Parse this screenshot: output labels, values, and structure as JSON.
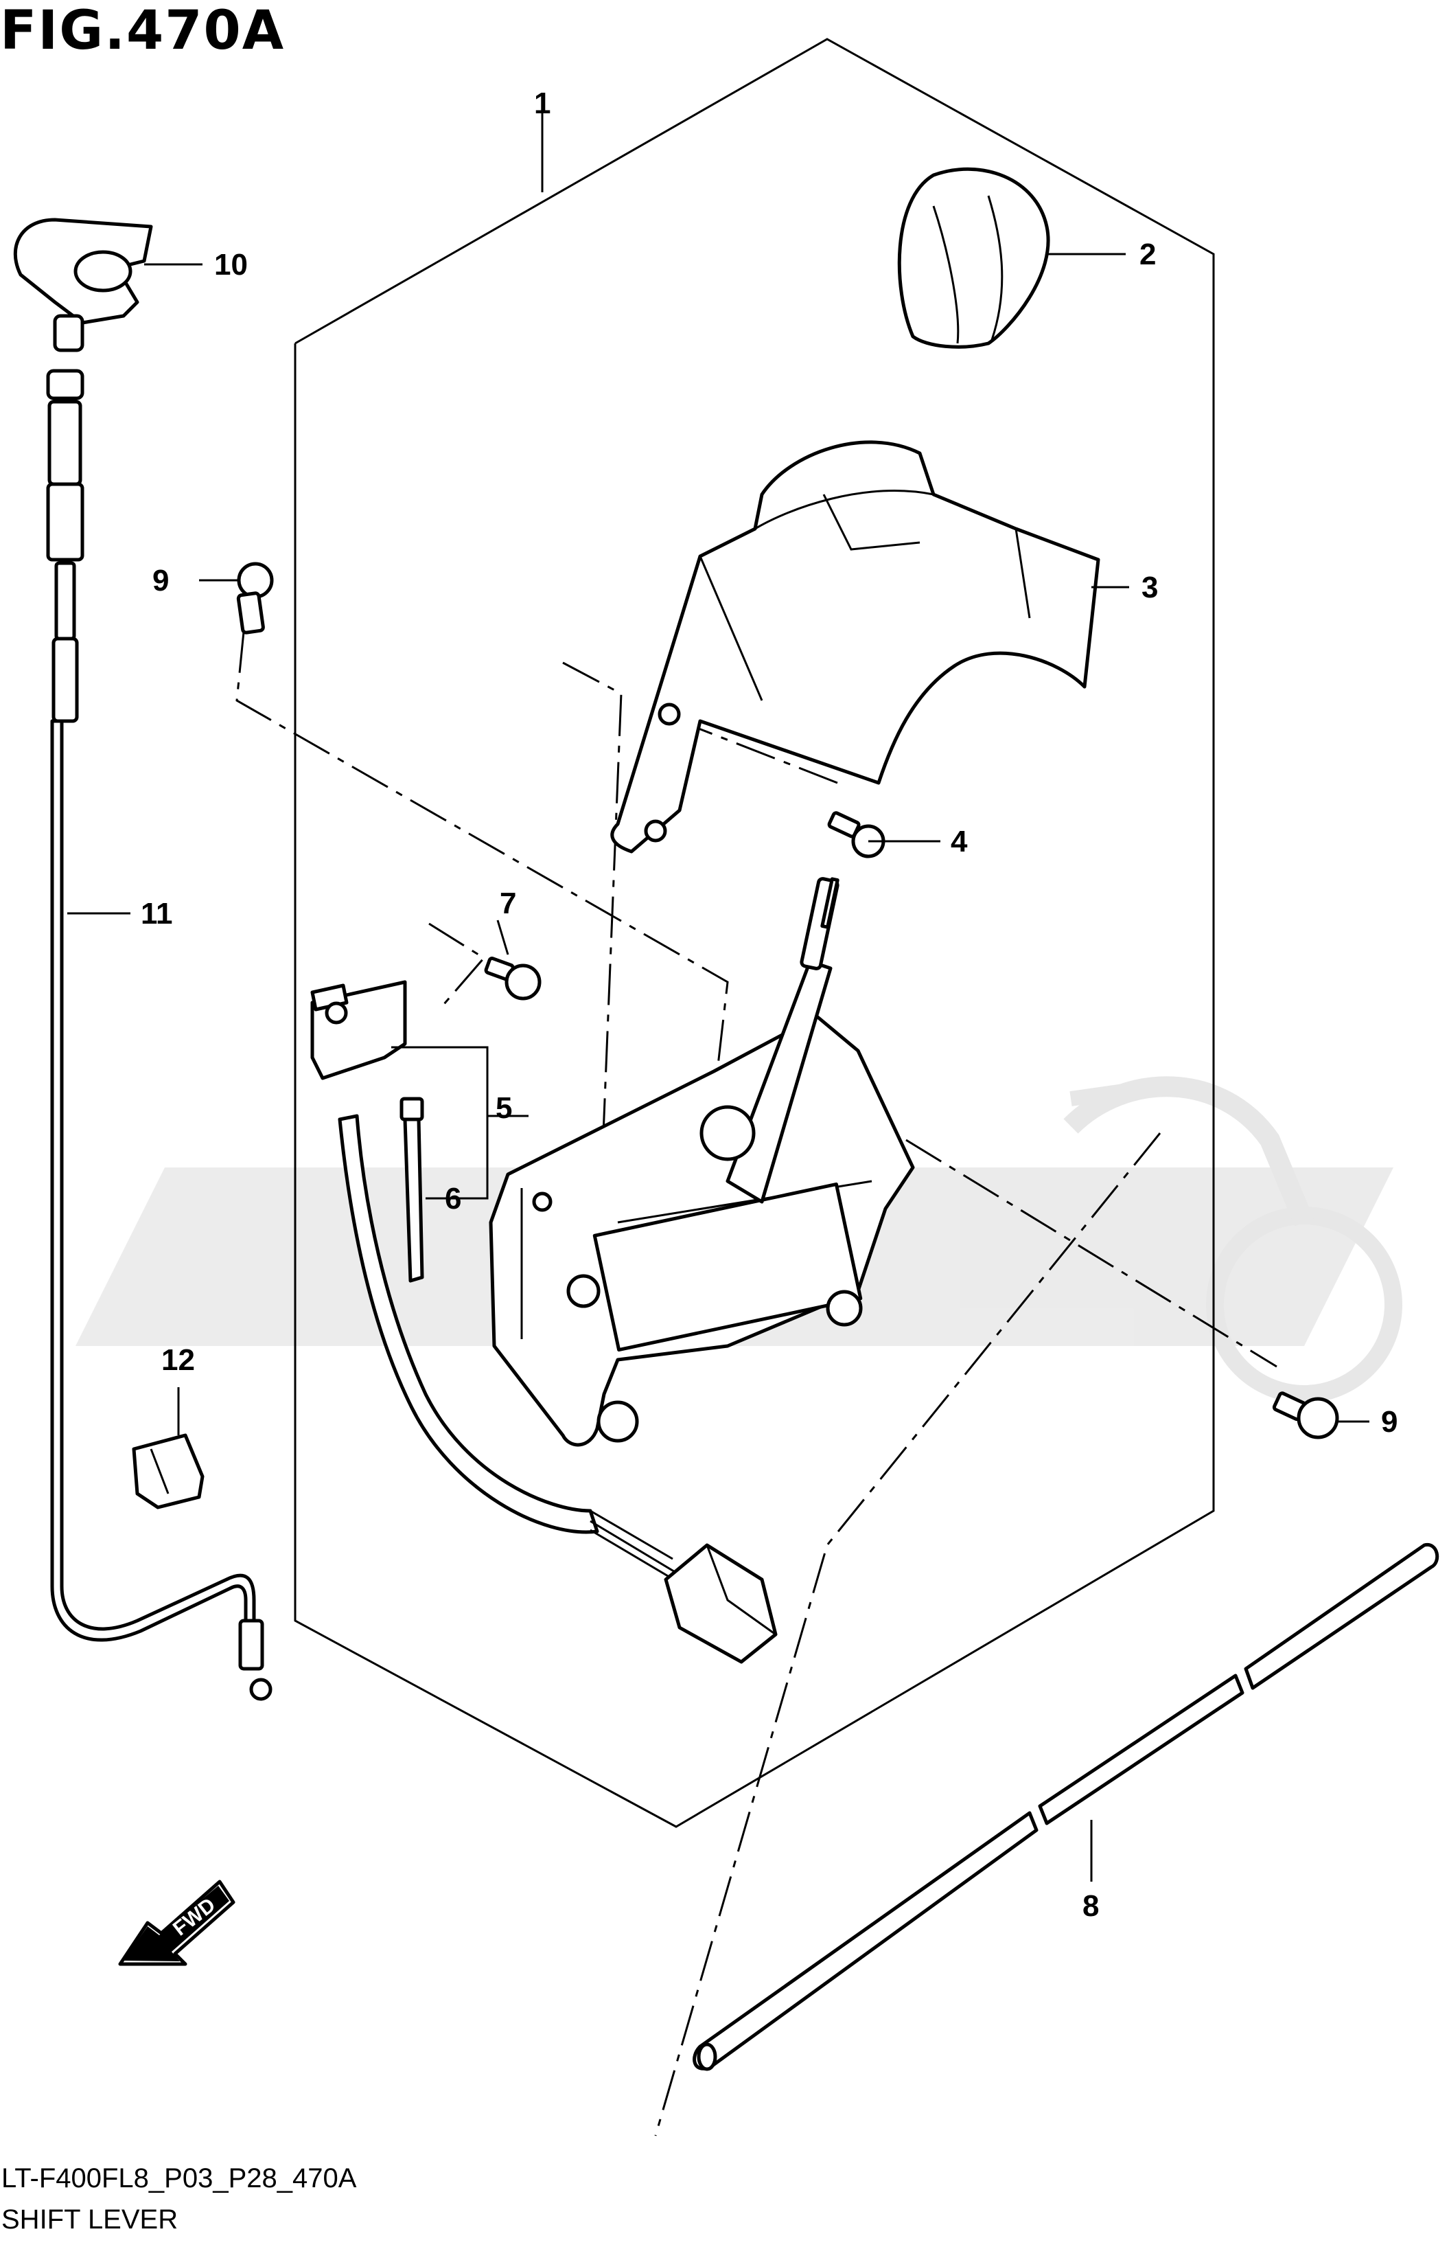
{
  "figure": {
    "title": "FIG.470A",
    "code": "LT-F400FL8_P03_P28_470A",
    "name": "SHIFT LEVER"
  },
  "callouts": [
    {
      "id": "c1",
      "label": "1"
    },
    {
      "id": "c2",
      "label": "2"
    },
    {
      "id": "c3",
      "label": "3"
    },
    {
      "id": "c4",
      "label": "4"
    },
    {
      "id": "c5",
      "label": "5"
    },
    {
      "id": "c6",
      "label": "6"
    },
    {
      "id": "c7",
      "label": "7"
    },
    {
      "id": "c8",
      "label": "8"
    },
    {
      "id": "c9a",
      "label": "9"
    },
    {
      "id": "c9b",
      "label": "9"
    },
    {
      "id": "c10",
      "label": "10"
    },
    {
      "id": "c11",
      "label": "11"
    },
    {
      "id": "c12",
      "label": "12"
    }
  ],
  "direction_marker": {
    "label": "FWD",
    "icon": "fwd-arrow-icon"
  },
  "watermark": {
    "icon": "motorcycle-watermark-icon"
  }
}
